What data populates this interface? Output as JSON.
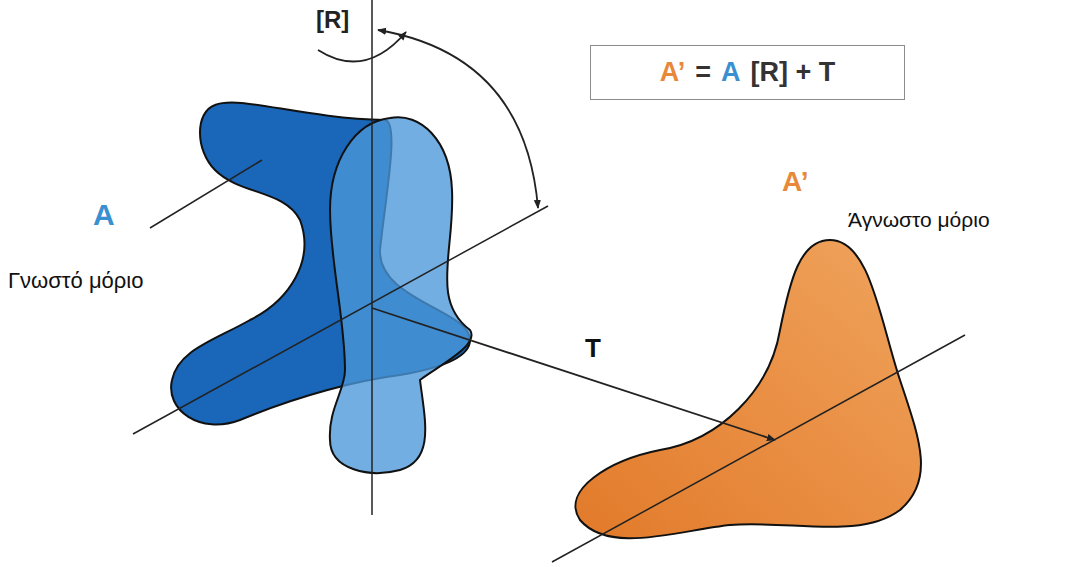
{
  "diagram": {
    "nodes": [
      {
        "text": [
          "A’",
          "=",
          "A",
          "[R] + T"
        ]
      }
    ],
    "labels": [
      "[R]",
      "A",
      "Γνωστό μόριο",
      "A’",
      "Άγνωστο μόριο",
      "T"
    ]
  }
}
